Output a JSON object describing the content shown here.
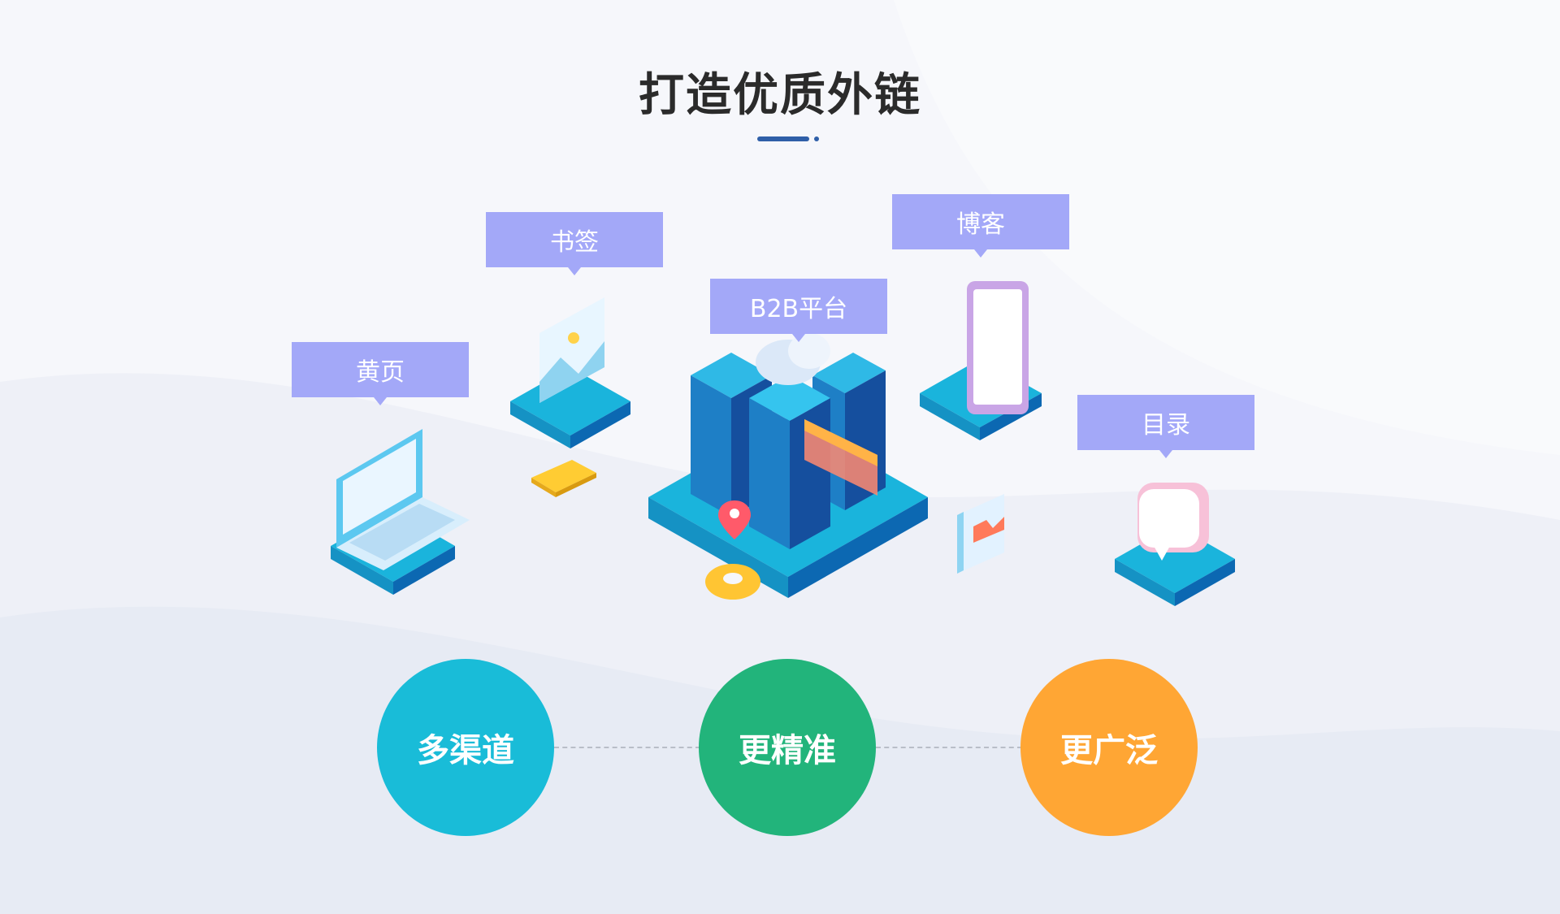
{
  "title": "打造优质外链",
  "labels": {
    "yellow_pages": "黄页",
    "bookmarks": "书签",
    "b2b": "B2B平台",
    "blog": "博客",
    "directory": "目录"
  },
  "features": {
    "multi_channel": "多渠道",
    "more_precise": "更精准",
    "wider": "更广泛"
  },
  "colors": {
    "label_bg": "#a3a8f8",
    "cyan": "#19bcd8",
    "green": "#22b47b",
    "orange": "#ffa634",
    "title_accent": "#2f5fa8"
  }
}
